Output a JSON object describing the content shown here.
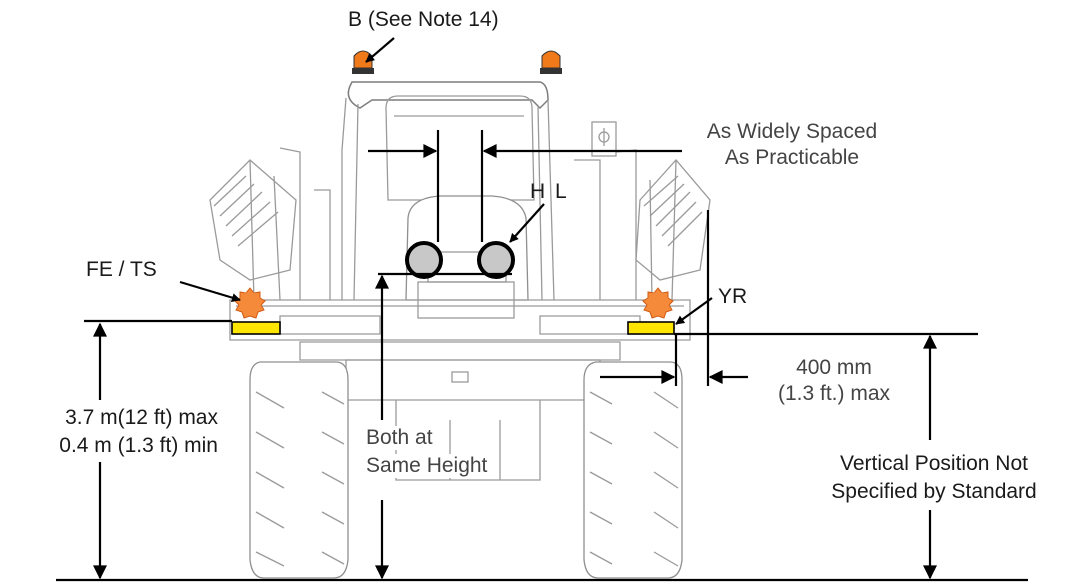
{
  "labels": {
    "beacon": "B (See Note 14)",
    "spacing_line1": "As Widely Spaced",
    "spacing_line2": "As Practicable",
    "headlamps": "H L",
    "flashing": "FE / TS",
    "reflector": "YR",
    "offset_line1": "400 mm",
    "offset_line2": "(1.3 ft.) max",
    "height_line1": "3.7 m(12 ft) max",
    "height_line2": "0.4 m (1.3 ft) min",
    "same_line1": "Both at",
    "same_line2": "Same Height",
    "vertical_line1": "Vertical Position Not",
    "vertical_line2": "Specified by Standard"
  },
  "colors": {
    "beacon_amber": "#f07a1a",
    "flasher_orange": "#f58a3a",
    "reflector_yellow": "#ffe600",
    "headlamp_gray": "#c8c8c8",
    "vehicle_outline": "#9a9a9a",
    "dimension_lines": "#000000"
  }
}
